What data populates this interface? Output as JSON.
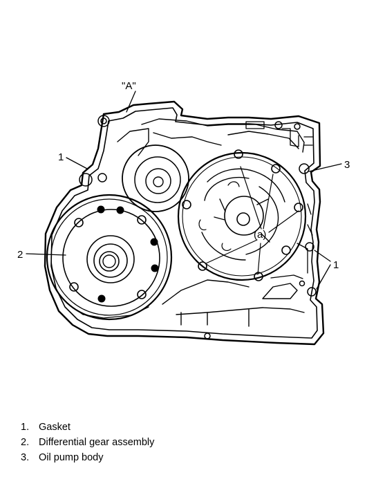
{
  "callouts": {
    "a_marker": "\"A\"",
    "one_left": "1",
    "two": "2",
    "three": "3",
    "one_right": "1",
    "a_inner": "(a)"
  },
  "legend": [
    {
      "num": "1.",
      "text": "Gasket"
    },
    {
      "num": "2.",
      "text": "Differential gear assembly"
    },
    {
      "num": "3.",
      "text": "Oil pump body"
    }
  ]
}
